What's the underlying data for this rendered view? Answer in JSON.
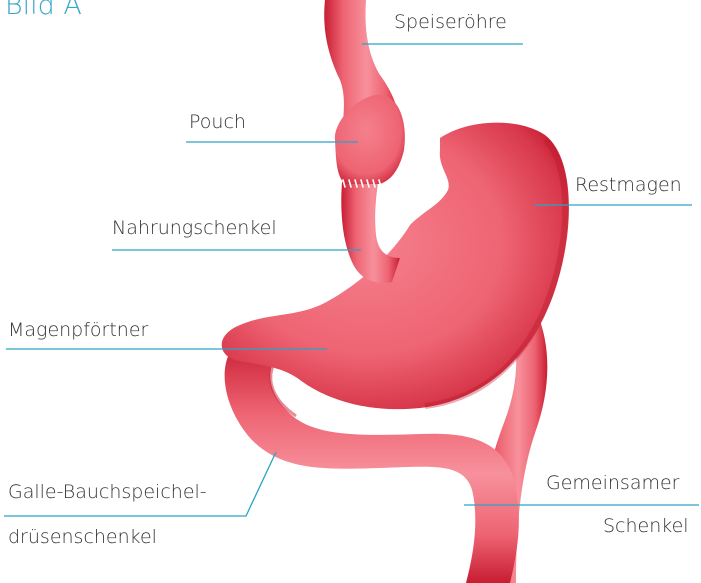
{
  "title": "Bild A",
  "labels": {
    "speiseroehre": "Speiseröhre",
    "pouch": "Pouch",
    "restmagen": "Restmagen",
    "nahrungschenkel": "Nahrungschenkel",
    "magenpfoertner": "Magenpförtner",
    "galle_line1": "Galle-Bauchspeichel-",
    "galle_line2": "drüsenschenkel",
    "gemeinsamer_line1": "Gemeinsamer",
    "gemeinsamer_line2": "Schenkel"
  },
  "colors": {
    "title": "#3aa7c8",
    "label_text": "#333333",
    "leader_line": "#2aa3c6",
    "organ_fill": "#ee6473",
    "organ_shadow": "#c81d32",
    "organ_highlight": "#f7919c",
    "staple": "#ffffff"
  }
}
